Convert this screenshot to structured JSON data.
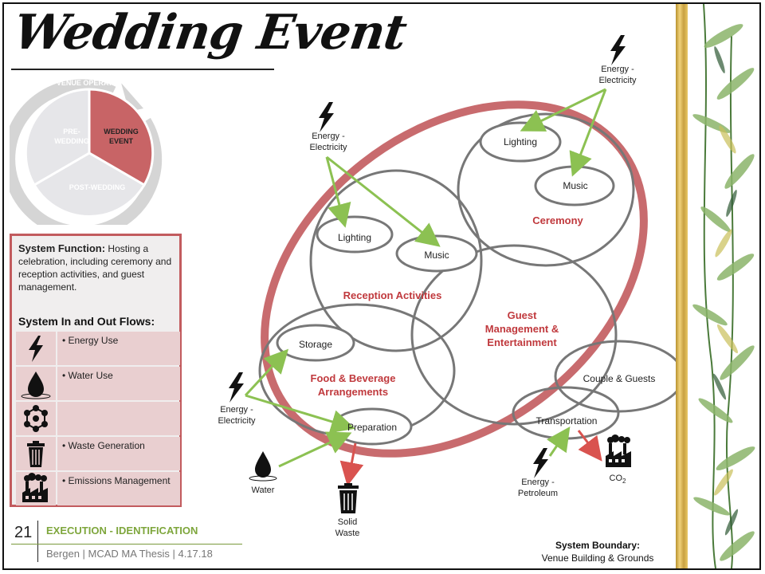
{
  "title": "Wedding Event",
  "venue_cycle": {
    "ring_label": "VENUE OPERATIONS",
    "segments": [
      "PRE-\nWEDDING",
      "WEDDING\nEVENT",
      "POST-WEDDING"
    ],
    "active": "WEDDING EVENT"
  },
  "system_function": {
    "heading": "System Function:",
    "text": "Hosting a celebration, including ceremony and reception activities, and guest management."
  },
  "flows": {
    "heading": "System In and Out Flows:",
    "items": [
      {
        "icon": "lightning-icon",
        "label": "Energy Use"
      },
      {
        "icon": "water-drop-icon",
        "label": "Water Use"
      },
      {
        "icon": "molecule-icon",
        "label": ""
      },
      {
        "icon": "trash-can-icon",
        "label": "Waste Generation"
      },
      {
        "icon": "factory-icon",
        "label": "Emissions Management"
      }
    ]
  },
  "diagram": {
    "nodes": {
      "ceremony": "Ceremony",
      "reception": "Reception Activities",
      "food": "Food & Beverage\nArrangements",
      "guest": "Guest\nManagement &\nEntertainment",
      "lighting_ceremony": "Lighting",
      "music_ceremony": "Music",
      "lighting_reception": "Lighting",
      "music_reception": "Music",
      "storage": "Storage",
      "preparation": "Preparation",
      "couple": "Couple & Guests",
      "transportation": "Transportation"
    },
    "inputs": {
      "energy_top_right": "Energy -\nElectricity",
      "energy_top_left": "Energy -\nElectricity",
      "energy_left": "Energy -\nElectricity",
      "water": "Water",
      "energy_petroleum": "Energy -\nPetroleum"
    },
    "outputs": {
      "solid_waste": "Solid\nWaste",
      "co2": "CO",
      "co2_sub": "2"
    },
    "colors": {
      "input_arrow": "#8cc152",
      "output_arrow": "#d9534f",
      "boundary": "#c25b5e",
      "circle": "#777777"
    }
  },
  "footer": {
    "page_number": "21",
    "section": "EXECUTION - IDENTIFICATION",
    "subtitle": "Bergen | MCAD MA Thesis | 4.17.18"
  },
  "boundary": {
    "heading": "System Boundary:",
    "text": "Venue Building & Grounds"
  }
}
